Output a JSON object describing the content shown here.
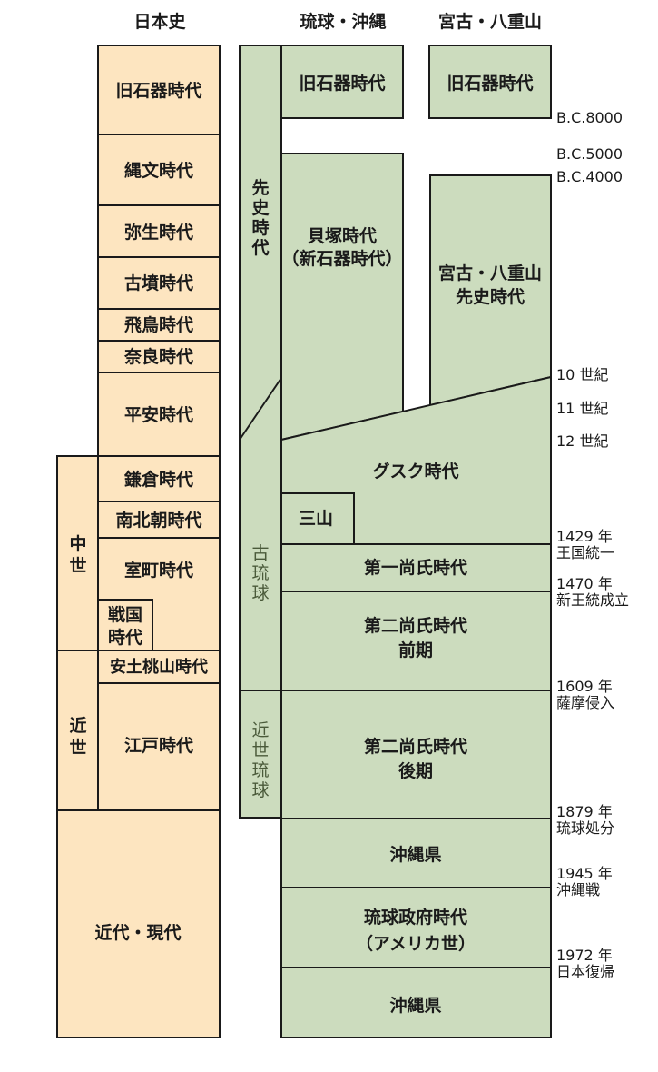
{
  "headers": {
    "japan": "日本史",
    "ryukyu": "琉球・沖縄",
    "miyako": "宮古・八重山"
  },
  "japan_periods": [
    "旧石器時代",
    "縄文時代",
    "弥生時代",
    "古墳時代",
    "飛鳥時代",
    "奈良時代",
    "平安時代",
    "鎌倉時代",
    "南北朝時代",
    "室町時代"
  ],
  "japan_sengoku": [
    "戦国",
    "時代"
  ],
  "japan_later": {
    "azuchi": "安土桃山時代",
    "edo": "江戸時代",
    "modern": "近代・現代"
  },
  "japan_eras": {
    "chusei": "中世",
    "kinsei": "近世"
  },
  "ryukyu_eras": {
    "senshi": "先史時代",
    "koryukyu": "古琉球",
    "kinsei_ryukyu": "近世琉球"
  },
  "ryukyu_periods": {
    "paleolithic": "旧石器時代",
    "kaizuka": [
      "貝塚時代",
      "（新石器時代）"
    ],
    "gusuku": "グスク時代",
    "sanzan": "三山",
    "daiichi": "第一尚氏時代",
    "daini_early": [
      "第二尚氏時代",
      "前期"
    ],
    "daini_late": [
      "第二尚氏時代",
      "後期"
    ],
    "okinawa_pref1": "沖縄県",
    "usca": [
      "琉球政府時代",
      "（アメリカ世）"
    ],
    "okinawa_pref2": "沖縄県"
  },
  "miyako_periods": {
    "paleolithic": "旧石器時代",
    "prehistoric": [
      "宮古・八重山",
      "先史時代"
    ]
  },
  "dates": [
    {
      "year": "B.C.8000"
    },
    {
      "year": "B.C.5000"
    },
    {
      "year": "B.C.4000"
    },
    {
      "year": "10 世紀"
    },
    {
      "year": "11 世紀"
    },
    {
      "year": "12 世紀"
    },
    {
      "year": "1429 年",
      "event": "王国統一"
    },
    {
      "year": "1470 年",
      "event": "新王統成立"
    },
    {
      "year": "1609 年",
      "event": "薩摩侵入"
    },
    {
      "year": "1879 年",
      "event": "琉球処分"
    },
    {
      "year": "1945 年",
      "event": "沖縄戦"
    },
    {
      "year": "1972 年",
      "event": "日本復帰"
    }
  ],
  "colors": {
    "japan_fill": "#fde5c0",
    "ryukyu_fill": "#ccdcbe",
    "stroke": "#1a1a1a",
    "era_text": "#4a5a3a"
  }
}
